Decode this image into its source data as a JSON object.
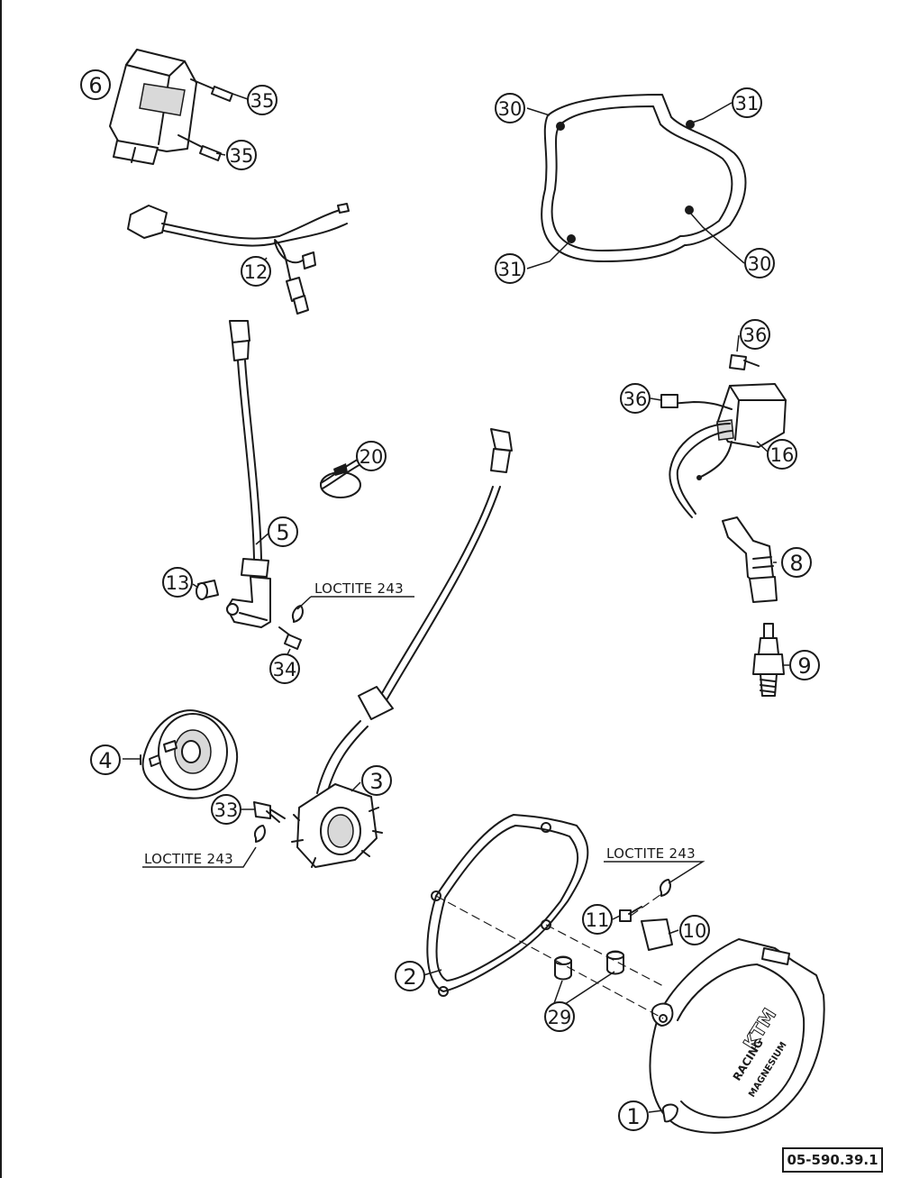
{
  "callouts": [
    {
      "id": "1",
      "label": "1"
    },
    {
      "id": "2",
      "label": "2"
    },
    {
      "id": "3",
      "label": "3"
    },
    {
      "id": "4",
      "label": "4"
    },
    {
      "id": "5",
      "label": "5"
    },
    {
      "id": "6",
      "label": "6"
    },
    {
      "id": "8",
      "label": "8"
    },
    {
      "id": "9",
      "label": "9"
    },
    {
      "id": "10",
      "label": "10"
    },
    {
      "id": "11",
      "label": "11"
    },
    {
      "id": "12",
      "label": "12"
    },
    {
      "id": "13",
      "label": "13"
    },
    {
      "id": "16",
      "label": "16"
    },
    {
      "id": "20",
      "label": "20"
    },
    {
      "id": "29",
      "label": "29"
    },
    {
      "id": "30",
      "label": "30"
    },
    {
      "id": "31",
      "label": "31"
    },
    {
      "id": "33",
      "label": "33"
    },
    {
      "id": "34",
      "label": "34"
    },
    {
      "id": "35",
      "label": "35"
    },
    {
      "id": "36",
      "label": "36"
    }
  ],
  "notes": {
    "loctite": "LOCTITE 243"
  },
  "reference_number": "05-590.39.1"
}
